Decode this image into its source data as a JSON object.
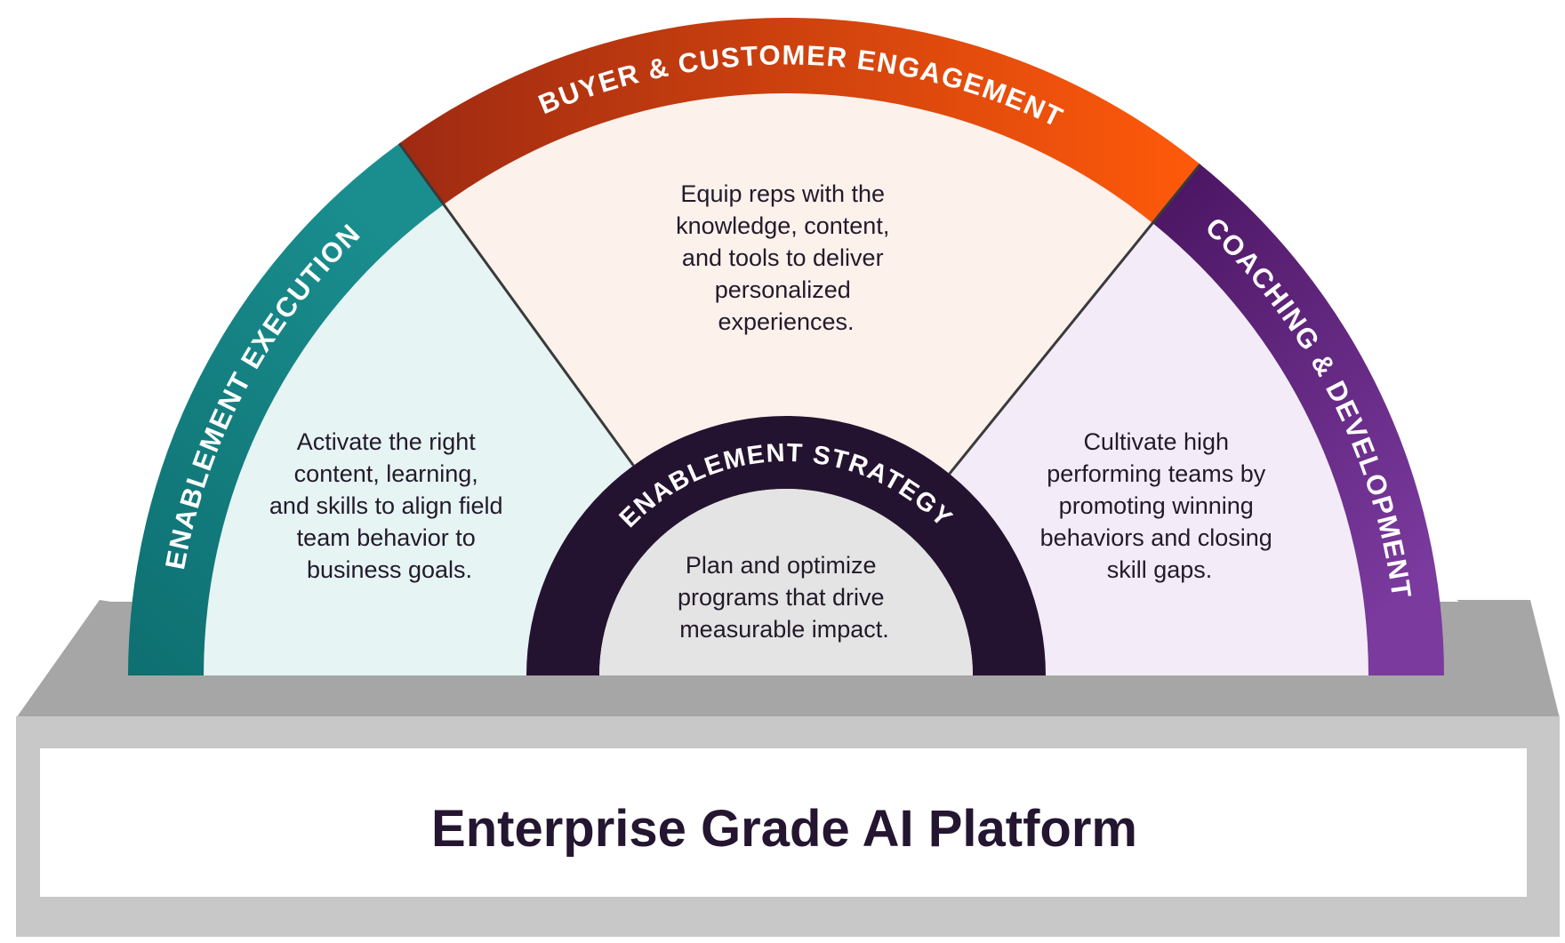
{
  "diagram": {
    "segments": [
      {
        "id": "enablement-execution",
        "title": "ENABLEMENT EXECUTION",
        "description": [
          "Activate the right",
          "content, learning,",
          "and skills to align field",
          "team behavior to",
          "business goals."
        ],
        "band_color_start": "#1a8e8f",
        "band_color_end": "#0e6f70",
        "fill_color": "#e6f4f4"
      },
      {
        "id": "buyer-customer-engagement",
        "title": "BUYER & CUSTOMER ENGAGEMENT",
        "description": [
          "Equip reps with the",
          "knowledge, content,",
          "and tools to deliver",
          "personalized",
          "experiences."
        ],
        "band_color_start": "#9e2a12",
        "band_color_end": "#ff5a0a",
        "fill_color": "#fdf1ec"
      },
      {
        "id": "coaching-development",
        "title": "COACHING & DEVELOPMENT",
        "description": [
          "Cultivate high",
          "performing teams by",
          "promoting winning",
          "behaviors and closing",
          "skill gaps."
        ],
        "band_color_start": "#4a1460",
        "band_color_end": "#7a3a9e",
        "fill_color": "#f3ecf8"
      }
    ],
    "center": {
      "title": "ENABLEMENT STRATEGY",
      "description": [
        "Plan and optimize",
        "programs that drive",
        "measurable impact."
      ],
      "ring_color": "#241330",
      "fill_color": "#e4e4e4"
    },
    "platform": {
      "label": "Enterprise Grade AI Platform",
      "top_color": "#a6a6a6",
      "side_color": "#c8c8c8",
      "face_color": "#ffffff"
    },
    "divider_color": "#3a3a3a"
  }
}
